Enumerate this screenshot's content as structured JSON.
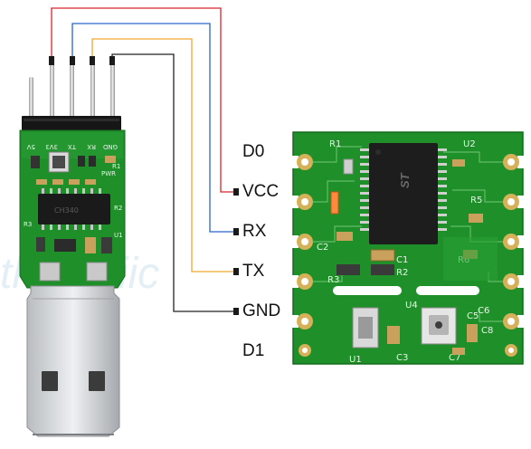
{
  "pin_labels": {
    "d0": "D0",
    "vcc": "VCC",
    "rx": "RX",
    "tx": "TX",
    "gnd": "GND",
    "d1": "D1"
  },
  "usb_adapter": {
    "header_pins": [
      "5V",
      "3V3",
      "TX",
      "RX",
      "GND"
    ],
    "silk_labels": {
      "ch340_chip": "CH340",
      "r1": "R1",
      "r2": "R2",
      "r3": "R3",
      "pwr": "PWR",
      "u1": "U1"
    }
  },
  "module_board": {
    "silk_labels": {
      "r1": "R1",
      "u2": "U2",
      "r2": "R2",
      "r3": "R3",
      "r5": "R5",
      "r6": "R6",
      "c1": "C1",
      "c2": "C2",
      "c3": "C3",
      "c5": "C5",
      "c6": "C6",
      "c7": "C7",
      "c8": "C8",
      "u1": "U1",
      "u4": "U4"
    },
    "mcu_marking": "ST"
  },
  "watermark": "thegioiic",
  "colors": {
    "vcc_wire": "#d6262d",
    "rx_wire": "#2a63c9",
    "tx_wire": "#f0a830",
    "gnd_wire": "#222222",
    "pcb_green": "#1f8f2a",
    "pad_gold": "#d7b15a"
  }
}
